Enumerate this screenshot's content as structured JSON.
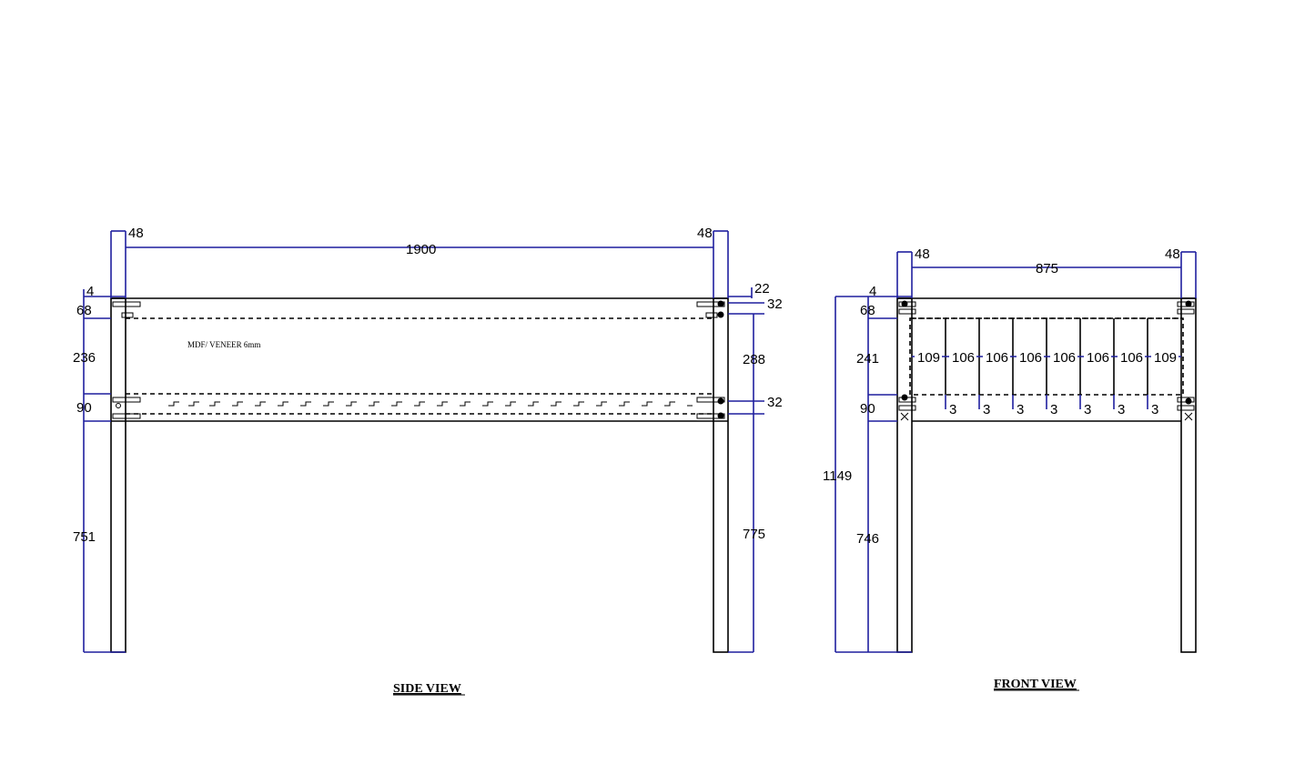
{
  "side_view": {
    "caption": "SIDE VIEW",
    "note": "MDF/ VENEER 6mm",
    "dims": {
      "left_leg": "48",
      "right_leg": "48",
      "length": "1900",
      "top_offset": "4",
      "right_22": "22",
      "right_32_top": "32",
      "left_68": "68",
      "left_236": "236",
      "right_288": "288",
      "left_90": "90",
      "right_32_bottom": "32",
      "left_751": "751",
      "right_775": "775"
    }
  },
  "front_view": {
    "caption": "FRONT VIEW",
    "dims": {
      "left_leg": "48",
      "right_leg": "48",
      "width": "875",
      "top_offset": "4",
      "left_68": "68",
      "left_241": "241",
      "left_90": "90",
      "total_1149": "1149",
      "left_746": "746"
    },
    "bays": [
      "109",
      "106",
      "106",
      "106",
      "106",
      "106",
      "106",
      "109"
    ],
    "gaps": [
      "3",
      "3",
      "3",
      "3",
      "3",
      "3",
      "3"
    ]
  }
}
